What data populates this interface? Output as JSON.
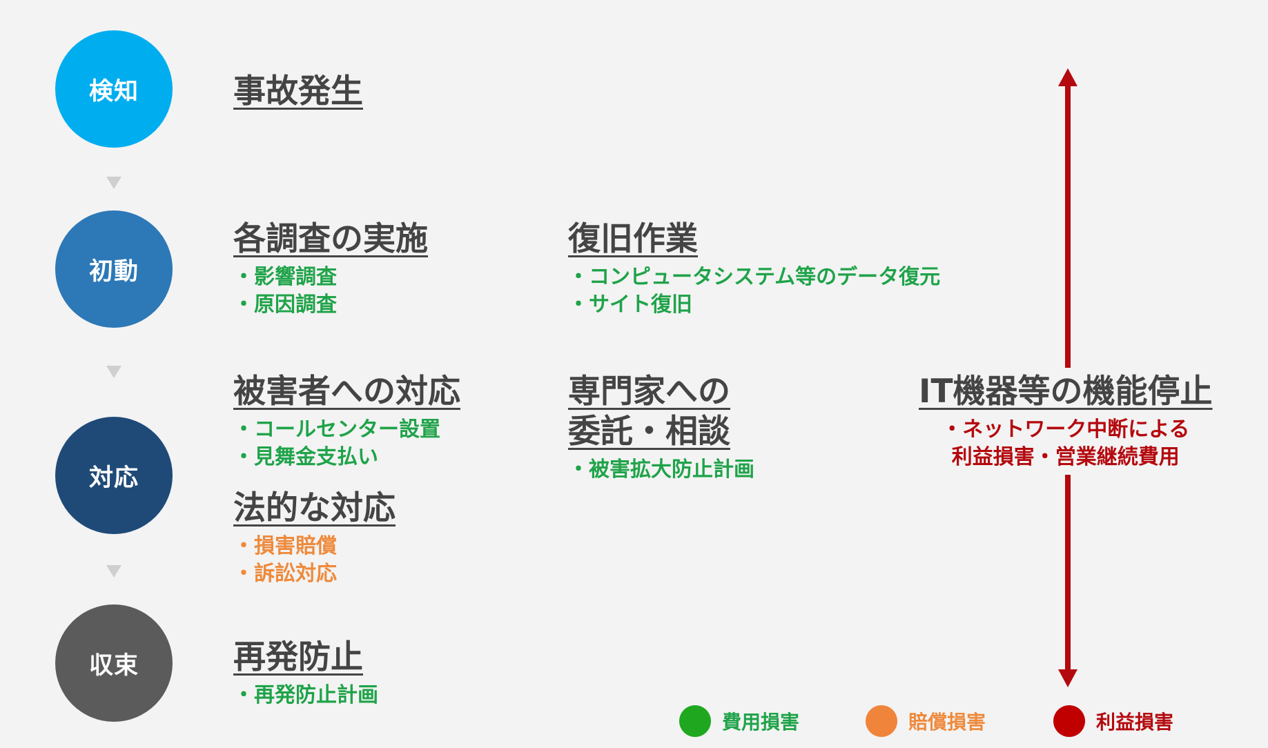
{
  "phases": [
    {
      "label": "検知",
      "color": "#00aeef"
    },
    {
      "label": "初動",
      "color": "#2d78b7"
    },
    {
      "label": "対応",
      "color": "#1f4a78"
    },
    {
      "label": "収束",
      "color": "#5b5b5b"
    }
  ],
  "blocks": {
    "incident": {
      "heading": "事故発生"
    },
    "investigation": {
      "heading": "各調査の実施",
      "items": [
        "影響調査",
        "原因調査"
      ]
    },
    "recovery": {
      "heading": "復旧作業",
      "items": [
        "コンピュータシステム等のデータ復元",
        "サイト復旧"
      ]
    },
    "victim_response": {
      "heading": "被害者への対応",
      "items": [
        "コールセンター設置",
        "見舞金支払い"
      ]
    },
    "legal_response": {
      "heading": "法的な対応",
      "items": [
        "損害賠償",
        "訴訟対応"
      ]
    },
    "expert": {
      "heading_line1": "専門家への",
      "heading_line2": "委託・相談",
      "items": [
        "被害拡大防止計画"
      ]
    },
    "prevention": {
      "heading": "再発防止",
      "items": [
        "再発防止計画"
      ]
    },
    "it_outage": {
      "heading": "IT機器等の機能停止",
      "items": [
        "ネットワーク中断による",
        "利益損害・営業継続費用"
      ]
    }
  },
  "bullet": "・",
  "legend": [
    {
      "label": "費用損害",
      "color": "#1fa81f",
      "text_color": "#1fa349"
    },
    {
      "label": "賠償損害",
      "color": "#f0843a",
      "text_color": "#ee8a3c"
    },
    {
      "label": "利益損害",
      "color": "#c00000",
      "text_color": "#b4090e"
    }
  ],
  "arrow_color": "#b4090e"
}
